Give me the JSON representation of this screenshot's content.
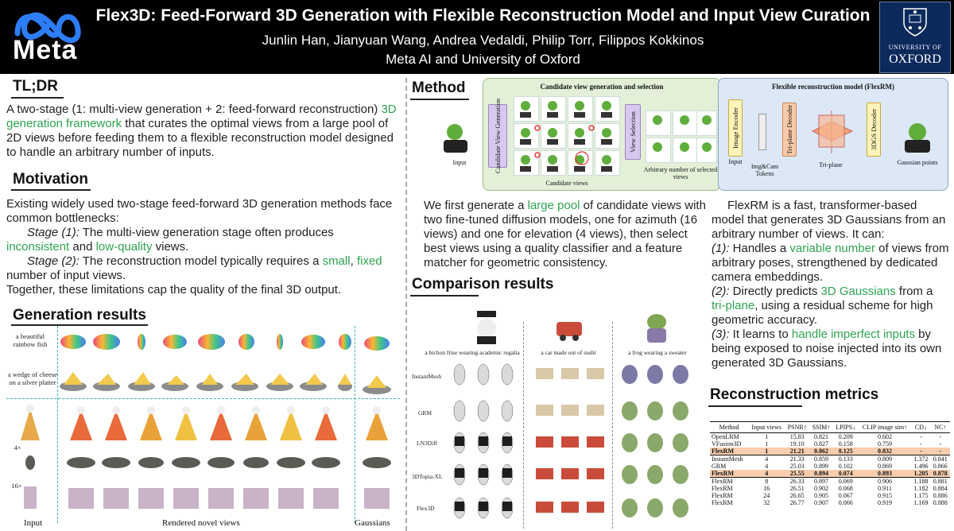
{
  "header": {
    "brand": "Meta",
    "title": "Flex3D: Feed-Forward 3D Generation with Flexible Reconstruction Model and Input View Curation",
    "authors": "Junlin Han, Jianyuan Wang, Andrea Vedaldi, Philip Torr, Filippos Kokkinos",
    "affiliation": "Meta AI and University of Oxford",
    "oxford_line1": "UNIVERSITY OF",
    "oxford_line2": "OXFORD"
  },
  "tldr": {
    "heading": "TL;DR",
    "t1": "A two-stage (1: multi-view generation + 2: feed-forward reconstruction) ",
    "h1": "3D generation framework",
    "t2": " that curates the optimal views from a large pool of 2D views before feeding them to a flexible reconstruction model designed to handle an arbitrary number of inputs."
  },
  "motivation": {
    "heading": "Motivation",
    "intro": "Existing widely used two-stage feed-forward 3D generation methods face common bottlenecks:",
    "s1_label": "Stage (1):",
    "s1_text": " The multi-view generation stage often produces ",
    "s1_h1": "inconsistent",
    "s1_mid": " and ",
    "s1_h2": "low-quality",
    "s1_end": " views.",
    "s2_label": "Stage (2):",
    "s2_text": " The reconstruction model typically requires a ",
    "s2_h1": "small",
    "s2_comma": ", ",
    "s2_h2": "fixed",
    "s2_end": " number of input views.",
    "conclusion": "Together, these limitations cap the quality of the final 3D output."
  },
  "generation": {
    "heading": "Generation results",
    "prompt1": "a beautiful rainbow fish",
    "prompt2": "a wedge of cheese on a silver platter",
    "label_4x": "4×",
    "label_16x": "16×",
    "foot_input": "Input",
    "foot_rendered": "Rendered novel views",
    "foot_gauss": "Gaussians"
  },
  "method": {
    "heading": "Method",
    "cand_title": "Candidate view generation and selection",
    "flex_title": "Flexible reconstruction model (FlexRM)",
    "input_lbl": "Input",
    "cvg_lbl": "Candidate View Generation",
    "candidate_views": "Candidate views",
    "view_sel": "View Selection",
    "arb_views": "Arbitrary number of selected views",
    "img_enc": "Image Encoder",
    "input_small": "Input",
    "img_cam": "Img&Cam Tokens",
    "tri_dec": "Tri-plane Decoder",
    "triplane": "Tri-plane",
    "gs_dec": "3DGS Decoder",
    "gauss_pts": "Gaussian points",
    "p1_a": "We first generate a ",
    "p1_h": "large pool",
    "p1_b": " of candidate views with two fine-tuned diffusion models, one for azimuth (16 views) and one for elevation (4 views), then select best views using a quality classifier and a feature matcher for geometric consistency.",
    "p2_intro": "FlexRM is a fast, transformer-based model that generates 3D Gaussians from an arbitrary number of views. It can:",
    "p2_1a": "(1):",
    "p2_1b": " Handles a ",
    "p2_1h": "variable number",
    "p2_1c": " of views from arbitrary poses, strengthened by dedicated camera embeddings.",
    "p2_2a": "(2):",
    "p2_2b": " Directly predicts ",
    "p2_2h1": "3D Gaussians",
    "p2_2c": " from a ",
    "p2_2h2": "tri-plane",
    "p2_2d": ", using a residual scheme for high geometric accuracy.",
    "p2_3a": "(3):",
    "p2_3b": " It learns to ",
    "p2_3h": "handle imperfect inputs",
    "p2_3c": " by being exposed to noise injected into its own generated 3D Gaussians."
  },
  "comparison": {
    "heading": "Comparison results",
    "cap1": "a bichon frise wearing academic regalia",
    "cap2": "a car made out of sushi",
    "cap3": "a frog wearing a sweater",
    "rows": [
      "InstantMesh",
      "GRM",
      "LN3Diff",
      "3DTopia-XL",
      "Flex3D"
    ]
  },
  "metrics": {
    "heading": "Reconstruction metrics",
    "columns": [
      "Method",
      "Input views",
      "PSNR↑",
      "SSIM↑",
      "LPIPS↓",
      "CLIP image sim↑",
      "CD↓",
      "NC↑"
    ],
    "groups": [
      [
        {
          "cells": [
            "OpenLRM",
            "1",
            "15.83",
            "0.821",
            "0.209",
            "0.602",
            "-",
            "-"
          ],
          "hl": false
        },
        {
          "cells": [
            "VFusion3D",
            "1",
            "19.10",
            "0.827",
            "0.158",
            "0.759",
            "-",
            "-"
          ],
          "hl": false
        },
        {
          "cells": [
            "FlexRM",
            "1",
            "21.21",
            "0.862",
            "0.125",
            "0.832",
            "-",
            "-"
          ],
          "hl": true
        }
      ],
      [
        {
          "cells": [
            "InstantMesh",
            "4",
            "21.33",
            "0.859",
            "0.133",
            "0.809",
            "1.372",
            "0.841"
          ],
          "hl": false
        },
        {
          "cells": [
            "GRM",
            "4",
            "25.03",
            "0.899",
            "0.102",
            "0.869",
            "1.496",
            "0.866"
          ],
          "hl": false
        },
        {
          "cells": [
            "FlexRM",
            "4",
            "25.55",
            "0.894",
            "0.074",
            "0.893",
            "1.205",
            "0.878"
          ],
          "hl": true
        }
      ],
      [
        {
          "cells": [
            "FlexRM",
            "8",
            "26.33",
            "0.897",
            "0.069",
            "0.906",
            "1.188",
            "0.881"
          ],
          "hl": false
        },
        {
          "cells": [
            "FlexRM",
            "16",
            "26.51",
            "0.902",
            "0.068",
            "0.911",
            "1.182",
            "0.884"
          ],
          "hl": false
        },
        {
          "cells": [
            "FlexRM",
            "24",
            "26.65",
            "0.905",
            "0.067",
            "0.915",
            "1.175",
            "0.886"
          ],
          "hl": false
        },
        {
          "cells": [
            "FlexRM",
            "32",
            "26.77",
            "0.907",
            "0.066",
            "0.919",
            "1.169",
            "0.888"
          ],
          "hl": false
        }
      ]
    ]
  },
  "colors": {
    "highlight": "#2ea44f",
    "header_bg": "#000000",
    "oxford_blue": "#0b2a5b",
    "row_highlight": "#f7cdae"
  }
}
